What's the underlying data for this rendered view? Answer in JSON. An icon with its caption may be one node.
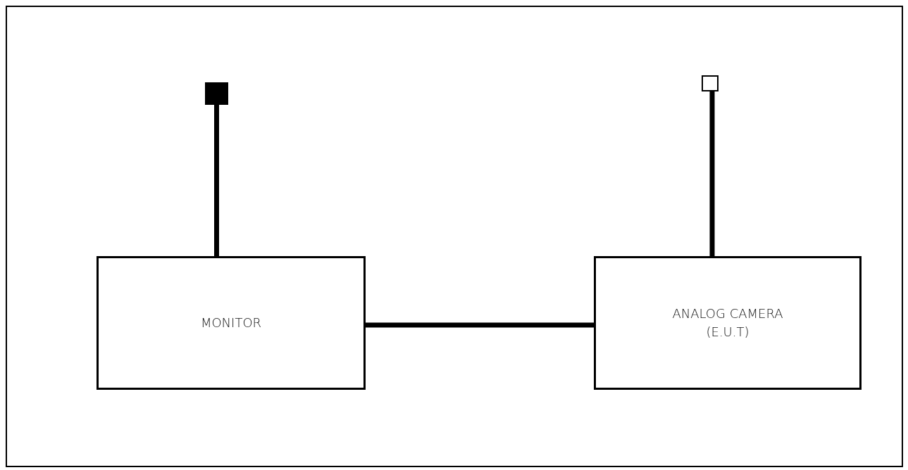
{
  "diagram": {
    "nodes": [
      {
        "text": [],
        "shape": "box"
      },
      {
        "text": [],
        "shape": "box"
      },
      {
        "text": [
          "MONITOR"
        ]
      },
      {
        "text": [
          "ANALOG CAMERA (E.U.T)"
        ]
      }
    ],
    "edges": [
      {
        "from": 0,
        "to": 2,
        "arrow": "none"
      },
      {
        "from": 1,
        "to": 3,
        "arrow": "none"
      },
      {
        "from": 2,
        "to": 3,
        "arrow": "none"
      }
    ]
  }
}
